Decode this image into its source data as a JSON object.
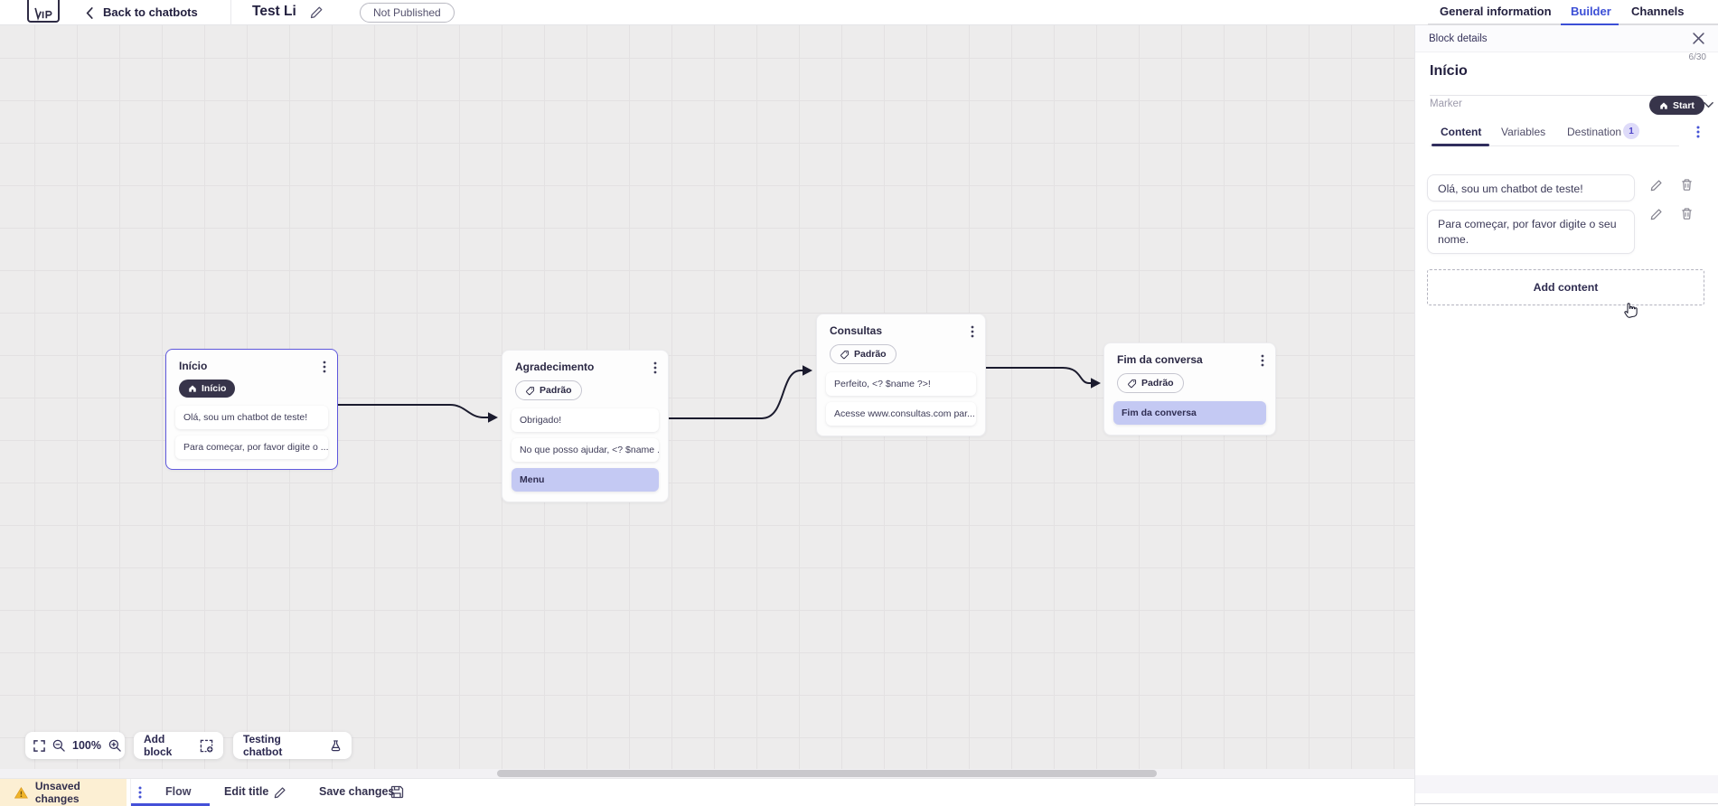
{
  "topbar": {
    "back_label": "Back to chatbots",
    "chatbot_title": "Test Li",
    "status_badge": "Not Published",
    "tabs": [
      {
        "label": "General information",
        "active": false
      },
      {
        "label": "Builder",
        "active": true
      },
      {
        "label": "Channels",
        "active": false
      }
    ]
  },
  "panel": {
    "header": "Block details",
    "block_name": "Início",
    "name_counter": "6/30",
    "marker_label": "Marker",
    "marker_value": "Start",
    "tabs": [
      {
        "label": "Content",
        "active": true
      },
      {
        "label": "Variables",
        "active": false
      },
      {
        "label": "Destination",
        "active": false,
        "badge": "1"
      }
    ],
    "contents": [
      {
        "text": "Olá, sou um chatbot de teste!"
      },
      {
        "text": "Para começar, por favor digite o seu nome."
      }
    ],
    "add_content_label": "Add content"
  },
  "canvas": {
    "nodes": [
      {
        "title": "Início",
        "badge": "Início",
        "items": [
          {
            "text": "Olá, sou um chatbot de teste!"
          },
          {
            "text": "Para começar, por favor digite o ..."
          }
        ]
      },
      {
        "title": "Agradecimento",
        "badge": "Padrão",
        "items": [
          {
            "text": "Obrigado!"
          },
          {
            "text": "No que posso ajudar, <? $name ..."
          },
          {
            "text": "Menu"
          }
        ]
      },
      {
        "title": "Consultas",
        "badge": "Padrão",
        "items": [
          {
            "text": "Perfeito, <? $name ?>!"
          },
          {
            "text": "Acesse www.consultas.com par..."
          }
        ]
      },
      {
        "title": "Fim da conversa",
        "badge": "Padrão",
        "items": [
          {
            "text": "Fim da conversa"
          }
        ]
      }
    ],
    "toolbar": {
      "zoom_level": "100%",
      "add_block_label": "Add block",
      "testing_label": "Testing chatbot"
    }
  },
  "bottombar": {
    "unsaved_label": "Unsaved changes",
    "flow_tab_label": "Flow",
    "edit_title_label": "Edit title",
    "save_label": "Save changes"
  },
  "icons": {
    "logo": "app-logo-square",
    "back": "chevron-left",
    "edit": "pencil",
    "delete": "trash",
    "marker_start": "home",
    "default_tag": "tag",
    "menu": "kebab-dots",
    "close": "x",
    "fit_view": "corner-brackets",
    "zoom_out": "magnifier-minus",
    "zoom_in": "magnifier-plus",
    "add_block": "dashed-square-plus",
    "testing": "flask",
    "warning": "triangle-exclamation",
    "save": "floppy-disk",
    "pointer": "hand-cursor"
  },
  "colors": {
    "accent_blue": "#3c4fd6",
    "selection_purple": "#5f58dd",
    "item_highlight": "#c4c9f3",
    "dark_badge": "#37344a",
    "unsaved_bg": "#fcefd3",
    "warning_yellow": "#f0b429",
    "canvas_bg": "#edecec"
  }
}
